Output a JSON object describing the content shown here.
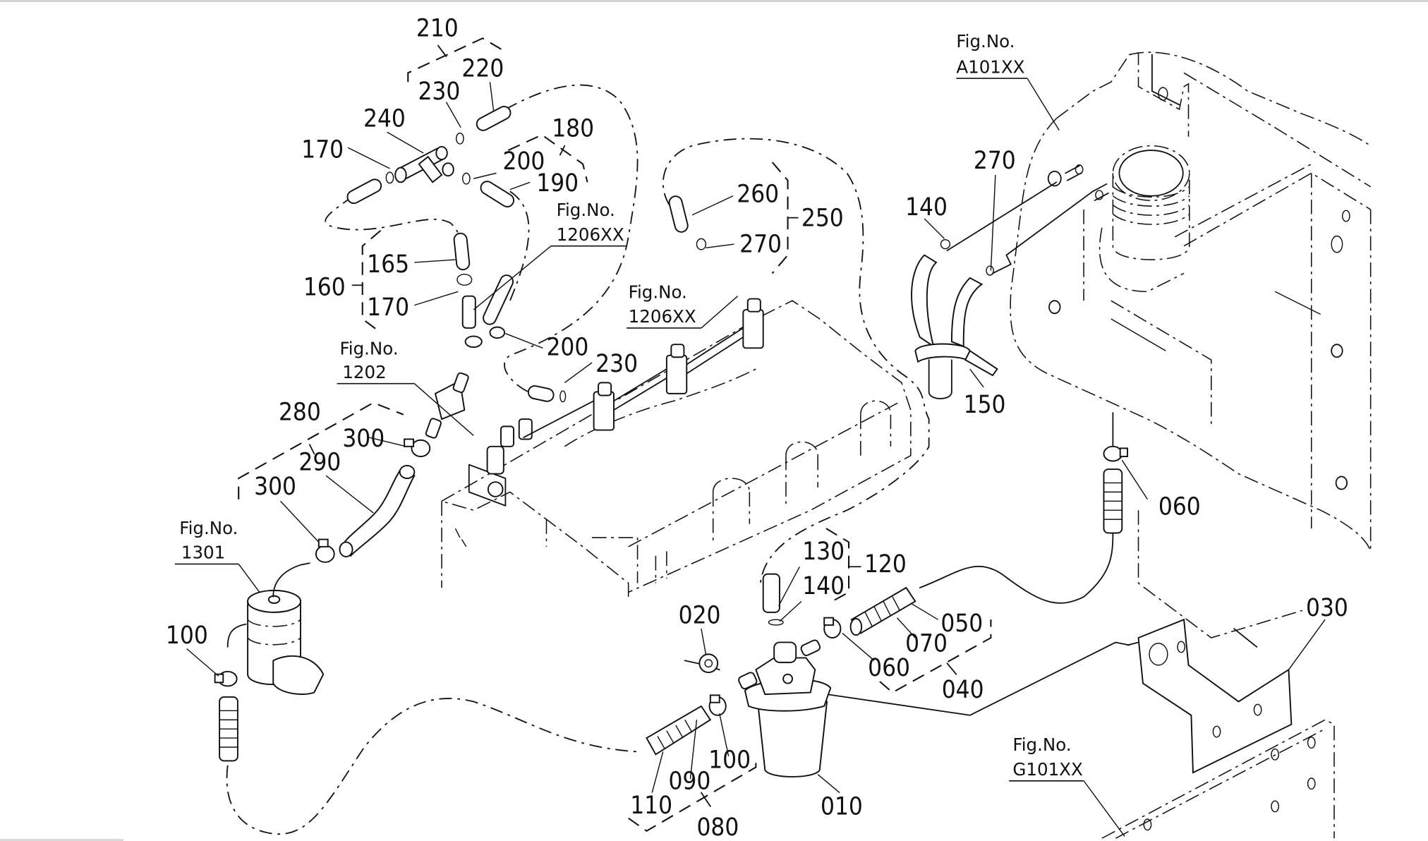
{
  "diagram": {
    "title": "Fuel system parts diagram",
    "figure_references": [
      {
        "id": "fig-1206xx-a",
        "line1": "Fig.No.",
        "line2": "1206XX"
      },
      {
        "id": "fig-1206xx-b",
        "line1": "Fig.No.",
        "line2": "1206XX"
      },
      {
        "id": "fig-1202",
        "line1": "Fig.No.",
        "line2": "1202"
      },
      {
        "id": "fig-1301",
        "line1": "Fig.No.",
        "line2": "1301"
      },
      {
        "id": "fig-a101xx",
        "line1": "Fig.No.",
        "line2": "A101XX"
      },
      {
        "id": "fig-g101xx",
        "line1": "Fig.No.",
        "line2": "G101XX"
      }
    ],
    "part_labels": [
      {
        "id": "p210",
        "text": "210"
      },
      {
        "id": "p220",
        "text": "220"
      },
      {
        "id": "p230a",
        "text": "230"
      },
      {
        "id": "p240",
        "text": "240"
      },
      {
        "id": "p170a",
        "text": "170"
      },
      {
        "id": "p180",
        "text": "180"
      },
      {
        "id": "p200a",
        "text": "200"
      },
      {
        "id": "p190",
        "text": "190"
      },
      {
        "id": "p260",
        "text": "260"
      },
      {
        "id": "p270a",
        "text": "270"
      },
      {
        "id": "p250",
        "text": "250"
      },
      {
        "id": "p165",
        "text": "165"
      },
      {
        "id": "p160",
        "text": "160"
      },
      {
        "id": "p170b",
        "text": "170"
      },
      {
        "id": "p200b",
        "text": "200"
      },
      {
        "id": "p230b",
        "text": "230"
      },
      {
        "id": "p270b",
        "text": "270"
      },
      {
        "id": "p140a",
        "text": "140"
      },
      {
        "id": "p150",
        "text": "150"
      },
      {
        "id": "p280",
        "text": "280"
      },
      {
        "id": "p300a",
        "text": "300"
      },
      {
        "id": "p290",
        "text": "290"
      },
      {
        "id": "p300b",
        "text": "300"
      },
      {
        "id": "p060a",
        "text": "060"
      },
      {
        "id": "p130",
        "text": "130"
      },
      {
        "id": "p120",
        "text": "120"
      },
      {
        "id": "p140b",
        "text": "140"
      },
      {
        "id": "p020",
        "text": "020"
      },
      {
        "id": "p050",
        "text": "050"
      },
      {
        "id": "p070",
        "text": "070"
      },
      {
        "id": "p060b",
        "text": "060"
      },
      {
        "id": "p040",
        "text": "040"
      },
      {
        "id": "p030",
        "text": "030"
      },
      {
        "id": "p100a",
        "text": "100"
      },
      {
        "id": "p100b",
        "text": "100"
      },
      {
        "id": "p090",
        "text": "090"
      },
      {
        "id": "p110",
        "text": "110"
      },
      {
        "id": "p010",
        "text": "010"
      },
      {
        "id": "p080",
        "text": "080"
      }
    ]
  }
}
